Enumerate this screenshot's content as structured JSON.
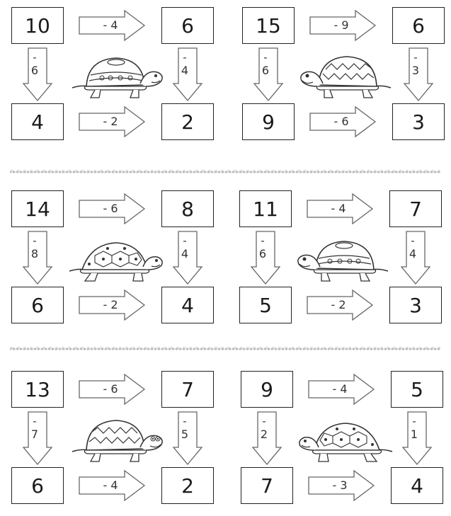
{
  "puzzles": [
    {
      "tl": "10",
      "tr": "6",
      "bl": "4",
      "br": "2",
      "top_op": "- 4",
      "bottom_op": "- 2",
      "left_op": "-",
      "left_num": "6",
      "right_op": "-",
      "right_num": "4",
      "turtle": "spotted-turtle-facing-right"
    },
    {
      "tl": "15",
      "tr": "6",
      "bl": "9",
      "br": "3",
      "top_op": "- 9",
      "bottom_op": "- 6",
      "left_op": "-",
      "left_num": "6",
      "right_op": "-",
      "right_num": "3",
      "turtle": "zigzag-turtle-facing-left"
    },
    {
      "tl": "14",
      "tr": "8",
      "bl": "6",
      "br": "4",
      "top_op": "- 6",
      "bottom_op": "- 2",
      "left_op": "-",
      "left_num": "8",
      "right_op": "-",
      "right_num": "4",
      "turtle": "pattern-turtle-facing-right"
    },
    {
      "tl": "11",
      "tr": "7",
      "bl": "5",
      "br": "3",
      "top_op": "- 4",
      "bottom_op": "- 2",
      "left_op": "-",
      "left_num": "6",
      "right_op": "-",
      "right_num": "4",
      "turtle": "spotted-turtle-facing-left"
    },
    {
      "tl": "13",
      "tr": "7",
      "bl": "6",
      "br": "2",
      "top_op": "- 6",
      "bottom_op": "- 4",
      "left_op": "-",
      "left_num": "7",
      "right_op": "-",
      "right_num": "5",
      "turtle": "zigzag-turtle-facing-right"
    },
    {
      "tl": "9",
      "tr": "5",
      "bl": "7",
      "br": "4",
      "top_op": "- 4",
      "bottom_op": "- 3",
      "left_op": "-",
      "left_num": "2",
      "right_op": "-",
      "right_num": "1",
      "turtle": "pattern-turtle-facing-left"
    }
  ]
}
